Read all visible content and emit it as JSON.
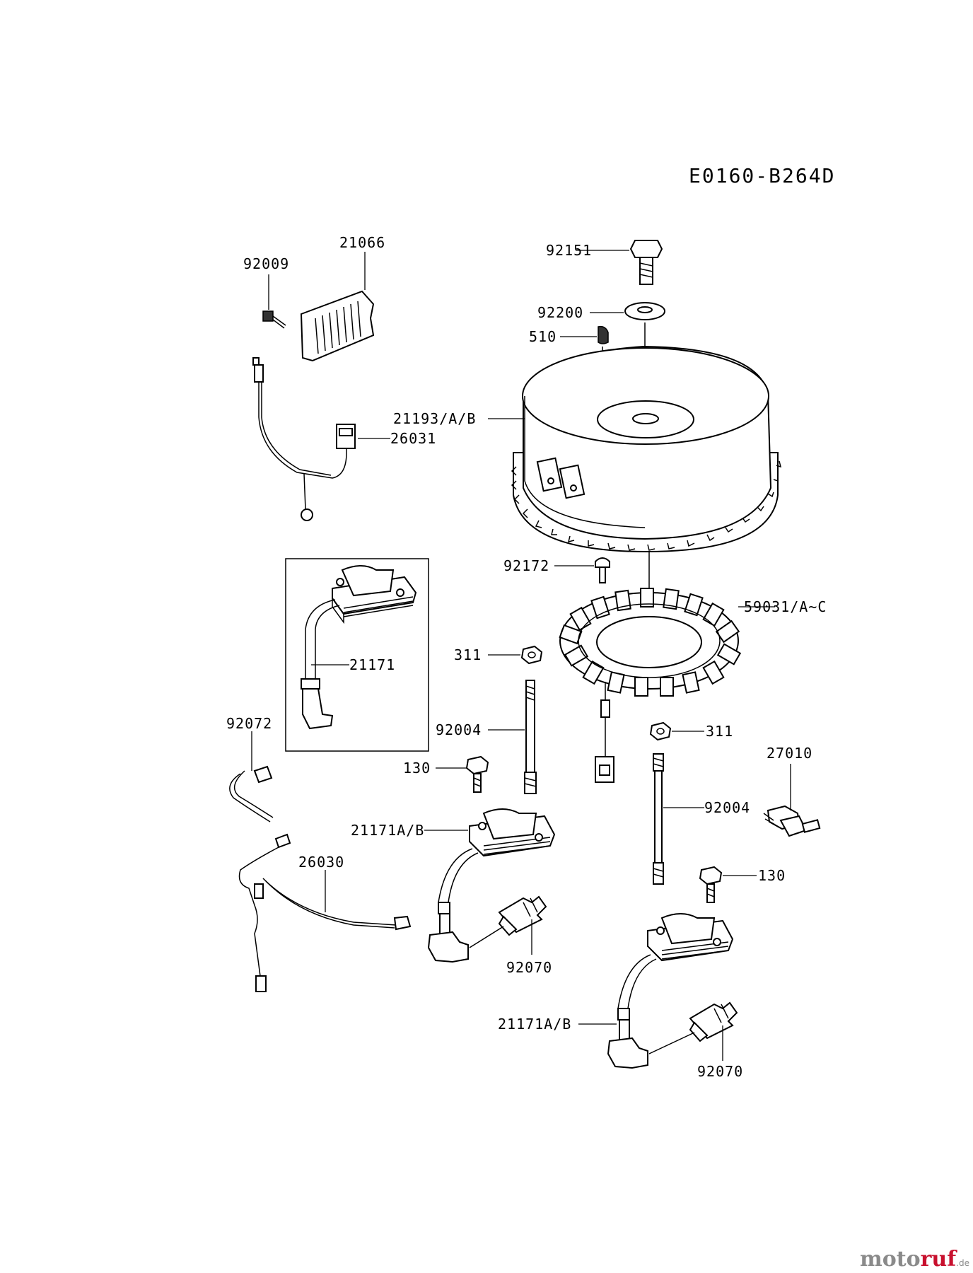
{
  "diagram_code": "E0160-B264D",
  "watermark": {
    "brand_a": "moto",
    "brand_b": "ruf",
    "suffix": ".de"
  },
  "labels": {
    "p92151": "92151",
    "p92200": "92200",
    "p510": "510",
    "p21066": "21066",
    "p92009": "92009",
    "p21193": "21193/A/B",
    "p26031": "26031",
    "p92172": "92172",
    "p59031": "59031/A~C",
    "p21171": "21171",
    "p311a": "311",
    "p92072": "92072",
    "p92004a": "92004",
    "p130a": "130",
    "p311b": "311",
    "p27010": "27010",
    "p21171ab_a": "21171A/B",
    "p92004b": "92004",
    "p26030": "26030",
    "p130b": "130",
    "p92070a": "92070",
    "p21171ab_b": "21171A/B",
    "p92070b": "92070"
  }
}
